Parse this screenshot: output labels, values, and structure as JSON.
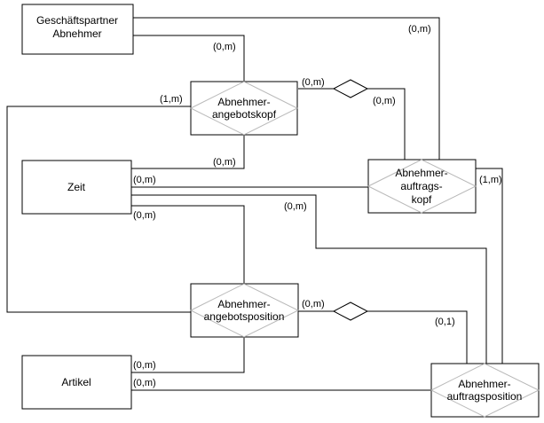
{
  "diagram": {
    "entities": {
      "geschaeftspartner": [
        "Geschäftspartner",
        "Abnehmer"
      ],
      "zeit": [
        "Zeit"
      ],
      "artikel": [
        "Artikel"
      ]
    },
    "relationships": {
      "angebotskopf": [
        "Abnehmer-",
        "angebotskopf"
      ],
      "auftragskopf": [
        "Abnehmer-",
        "auftrags-",
        "kopf"
      ],
      "angebotsposition": [
        "Abnehmer-",
        "angebotsposition"
      ],
      "auftragsposition": [
        "Abnehmer-",
        "auftragsposition"
      ]
    },
    "cardinalities": {
      "gp_angebotskopf": "(0,m)",
      "gp_auftragskopf": "(0,m)",
      "angebotskopf_zeit": "(0,m)",
      "angebotskopf_left": "(1,m)",
      "angebotskopf_diamond": "(0,m)",
      "diamond_auftragskopf": "(0,m)",
      "zeit_auftragskopf": "(0,m)",
      "zeit_angebotsposition": "(0,m)",
      "zeit_auftragsposition": "(0,m)",
      "auftragskopf_position": "(1,m)",
      "angebotsposition_diamond": "(0,m)",
      "diamond_auftragsposition": "(0,1)",
      "artikel_angebotsposition": "(0,m)",
      "artikel_auftragsposition": "(0,m)"
    }
  }
}
